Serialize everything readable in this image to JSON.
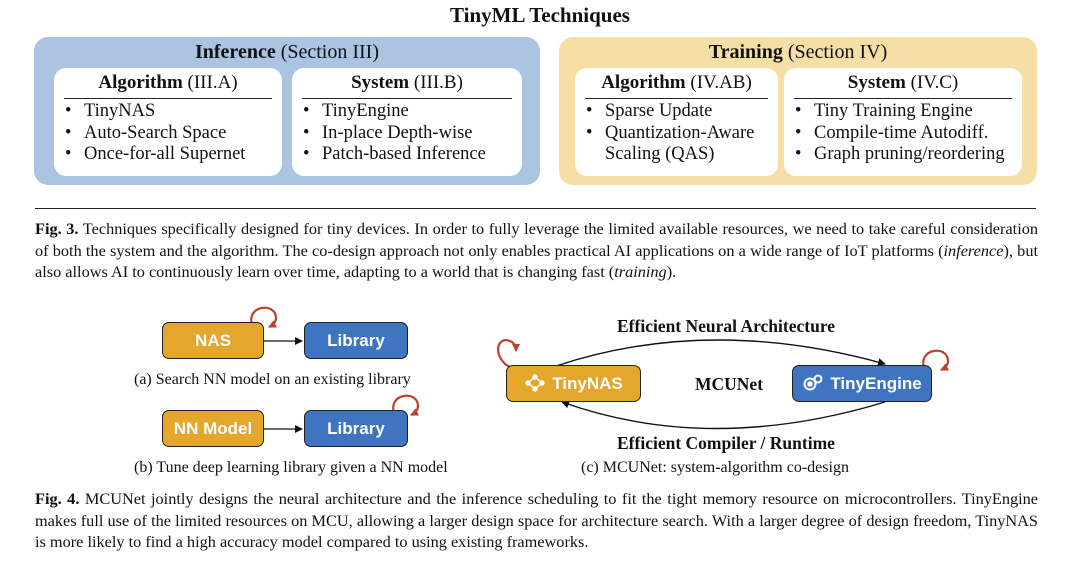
{
  "figure3": {
    "title": "TinyML Techniques",
    "inference": {
      "heading_bold": "Inference",
      "heading_rest": " (Section III)",
      "algorithm": {
        "heading_bold": "Algorithm",
        "heading_rest": " (III.A)",
        "items": [
          "TinyNAS",
          "Auto-Search Space",
          "Once-for-all Supernet"
        ]
      },
      "system": {
        "heading_bold": "System",
        "heading_rest": " (III.B)",
        "items": [
          "TinyEngine",
          "In-place Depth-wise",
          "Patch-based Inference"
        ]
      }
    },
    "training": {
      "heading_bold": "Training",
      "heading_rest": " (Section IV)",
      "algorithm": {
        "heading_bold": "Algorithm",
        "heading_rest": " (IV.AB)",
        "items": [
          "Sparse Update",
          "Quantization-Aware",
          "Scaling (QAS)"
        ]
      },
      "system": {
        "heading_bold": "System",
        "heading_rest": " (IV.C)",
        "items": [
          "Tiny Training Engine",
          "Compile-time Autodiff.",
          "Graph pruning/reordering"
        ]
      }
    },
    "caption": {
      "label": "Fig. 3.",
      "part1": " Techniques specifically designed for tiny devices. In order to fully leverage the limited available resources, we need to take careful consideration of both the system and the algorithm. The co-design approach not only enables practical AI applications on a wide range of IoT platforms (",
      "italic1": "inference",
      "part2": "), but also allows AI to continuously learn over time, adapting to a world that is changing fast (",
      "italic2": "training",
      "part3": ")."
    }
  },
  "figure4": {
    "a": {
      "left_box": "NAS",
      "right_box": "Library",
      "caption": "(a) Search NN model on an existing library"
    },
    "b": {
      "left_box": "NN Model",
      "right_box": "Library",
      "caption": "(b) Tune deep learning library given a NN model"
    },
    "c": {
      "top_arrow_label": "Efficient Neural Architecture",
      "bottom_arrow_label": "Efficient Compiler / Runtime",
      "left_box": "TinyNAS",
      "right_box": "TinyEngine",
      "center_label": "MCUNet",
      "caption": "(c) MCUNet: system-algorithm co-design"
    },
    "caption": {
      "label": "Fig. 4.",
      "text": " MCUNet jointly designs the neural architecture and the inference scheduling to fit the tight memory resource on microcontrollers. TinyEngine makes full use of the limited resources on MCU, allowing a larger design space for architecture search. With a larger degree of design freedom, TinyNAS is more likely to find a high accuracy model compared to using existing frameworks."
    }
  },
  "colors": {
    "inference_panel": "#aac4e2",
    "training_panel": "#f5dfa6",
    "orange_box": "#e4a62c",
    "blue_box": "#3f74c0",
    "loop_arrow": "#b8432e"
  }
}
